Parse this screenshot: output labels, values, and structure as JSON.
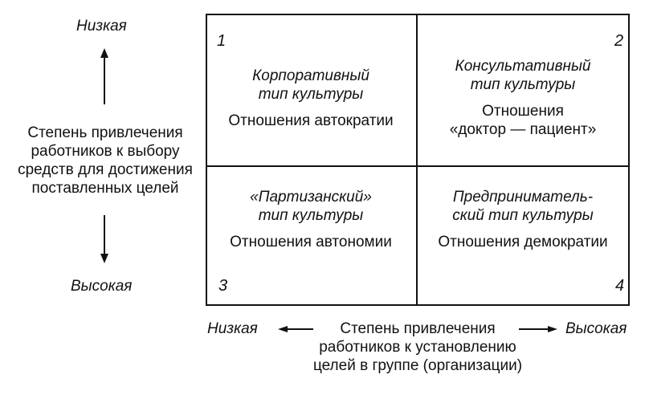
{
  "y_axis": {
    "top_label": "Низкая",
    "bottom_label": "Высокая",
    "title_lines": [
      "Степень привлечения",
      "работников к выбору",
      "средств для достижения",
      "поставленных целей"
    ]
  },
  "x_axis": {
    "left_label": "Низкая",
    "right_label": "Высокая",
    "title_lines": [
      "Степень привлечения",
      "работников к установлению",
      "целей в группе (организации)"
    ]
  },
  "quadrants": [
    {
      "number": "1",
      "type_lines": [
        "Корпоративный",
        "тип культуры"
      ],
      "relation": "Отношения автократии"
    },
    {
      "number": "2",
      "type_lines": [
        "Консультативный",
        "тип культуры"
      ],
      "relation_lines": [
        "Отношения",
        "«доктор — пациент»"
      ]
    },
    {
      "number": "3",
      "type_lines": [
        "«Партизанский»",
        "тип культуры"
      ],
      "relation": "Отношения автономии"
    },
    {
      "number": "4",
      "type_lines": [
        "Предприниматель-",
        "ский тип культуры"
      ],
      "relation": "Отношения демократии"
    }
  ]
}
